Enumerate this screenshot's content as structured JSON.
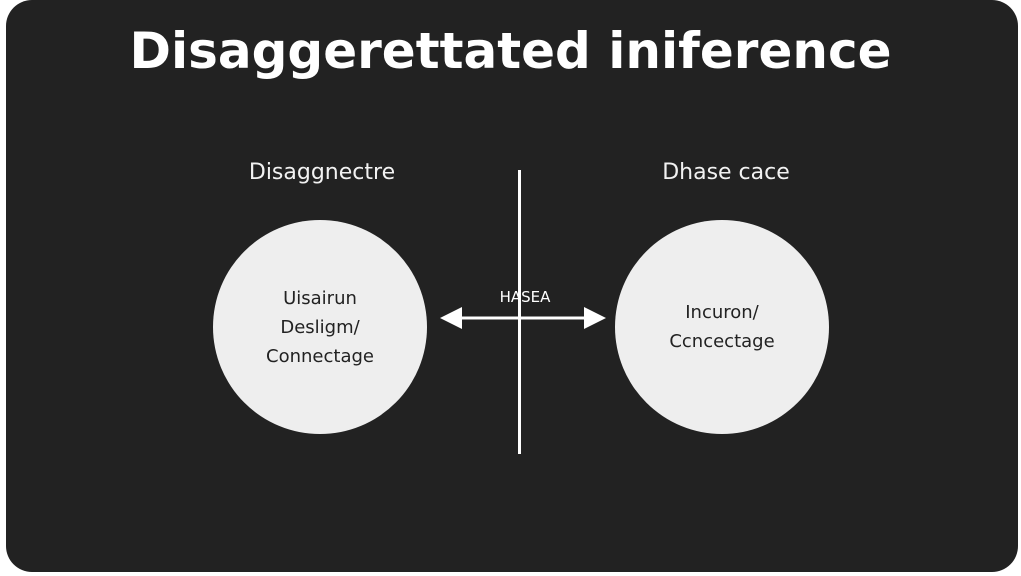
{
  "title": "Disaggerettated iniference",
  "columns": {
    "left": {
      "label": "Disaggnectre",
      "node_lines": [
        "Uisairun",
        "Desligm/",
        "Connectage"
      ]
    },
    "right": {
      "label": "Dhase cace",
      "node_lines": [
        "Incuron/",
        "Ccncectage"
      ]
    }
  },
  "connector": {
    "label": "HASEA",
    "type": "bidirectional-arrow"
  },
  "colors": {
    "background": "#222222",
    "node_fill": "#eeeeee",
    "text_light": "#ffffff",
    "text_dark": "#222222"
  }
}
